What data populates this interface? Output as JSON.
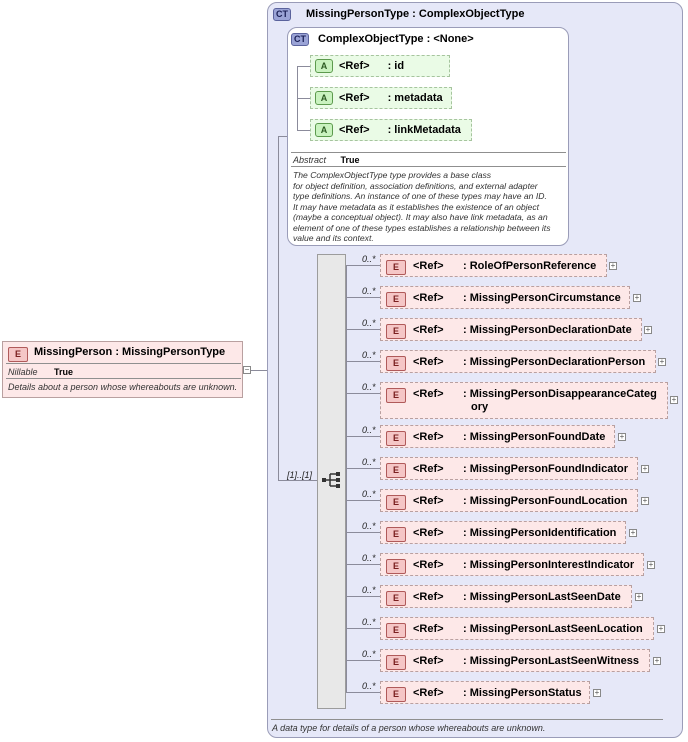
{
  "root_element": {
    "badge": "E",
    "name": "MissingPerson",
    "type_sep": ":",
    "type": "MissingPersonType",
    "nillable_label": "Nillable",
    "nillable_value": "True",
    "description": "Details about a person whose whereabouts are unknown."
  },
  "complex_type": {
    "badge": "CT",
    "name": "MissingPersonType",
    "type_sep": ":",
    "base": "ComplexObjectType",
    "description": "A data type for details of a person whose whereabouts are unknown."
  },
  "base_type": {
    "badge": "CT",
    "name": "ComplexObjectType",
    "type_sep": ":",
    "base": "<None>",
    "attributes": [
      {
        "badge": "A",
        "ref": "<Ref>",
        "name": ": id"
      },
      {
        "badge": "A",
        "ref": "<Ref>",
        "name": ": metadata"
      },
      {
        "badge": "A",
        "ref": "<Ref>",
        "name": ": linkMetadata"
      }
    ],
    "abstract_label": "Abstract",
    "abstract_value": "True",
    "description_lines": [
      "The ComplexObjectType type provides a base class",
      "for object definition, association definitions, and external adapter",
      "type definitions. An instance of one of these types may have an ID.",
      "It may have metadata as it establishes the existence of an object",
      "(maybe a conceptual object). It may also have link metadata, as an",
      "element of one of these types establishes a relationship between its",
      "value and its context."
    ]
  },
  "sequence": {
    "multiplicity": "[1]..[1]"
  },
  "elements": [
    {
      "mult": "0..*",
      "badge": "E",
      "ref": "<Ref>",
      "name": ": RoleOfPersonReference"
    },
    {
      "mult": "0..*",
      "badge": "E",
      "ref": "<Ref>",
      "name": ": MissingPersonCircumstance"
    },
    {
      "mult": "0..*",
      "badge": "E",
      "ref": "<Ref>",
      "name": ": MissingPersonDeclarationDate"
    },
    {
      "mult": "0..*",
      "badge": "E",
      "ref": "<Ref>",
      "name": ": MissingPersonDeclarationPerson"
    },
    {
      "mult": "0..*",
      "badge": "E",
      "ref": "<Ref>",
      "name": ": MissingPersonDisappearanceCateg",
      "name2": "ory"
    },
    {
      "mult": "0..*",
      "badge": "E",
      "ref": "<Ref>",
      "name": ": MissingPersonFoundDate"
    },
    {
      "mult": "0..*",
      "badge": "E",
      "ref": "<Ref>",
      "name": ": MissingPersonFoundIndicator"
    },
    {
      "mult": "0..*",
      "badge": "E",
      "ref": "<Ref>",
      "name": ": MissingPersonFoundLocation"
    },
    {
      "mult": "0..*",
      "badge": "E",
      "ref": "<Ref>",
      "name": ": MissingPersonIdentification"
    },
    {
      "mult": "0..*",
      "badge": "E",
      "ref": "<Ref>",
      "name": ": MissingPersonInterestIndicator"
    },
    {
      "mult": "0..*",
      "badge": "E",
      "ref": "<Ref>",
      "name": ": MissingPersonLastSeenDate"
    },
    {
      "mult": "0..*",
      "badge": "E",
      "ref": "<Ref>",
      "name": ": MissingPersonLastSeenLocation"
    },
    {
      "mult": "0..*",
      "badge": "E",
      "ref": "<Ref>",
      "name": ": MissingPersonLastSeenWitness"
    },
    {
      "mult": "0..*",
      "badge": "E",
      "ref": "<Ref>",
      "name": ": MissingPersonStatus"
    }
  ]
}
